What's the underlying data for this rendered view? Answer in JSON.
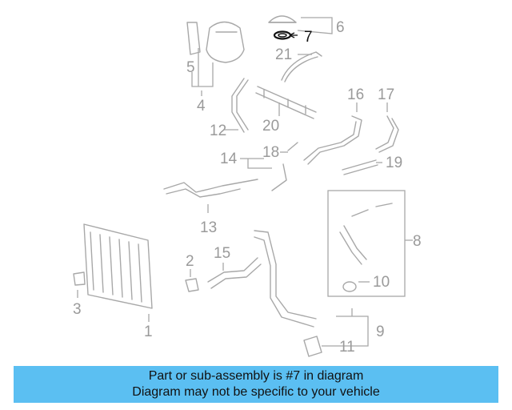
{
  "callouts": {
    "c1": "1",
    "c2": "2",
    "c3": "3",
    "c4": "4",
    "c5": "5",
    "c6": "6",
    "c7": "7",
    "c8": "8",
    "c9": "9",
    "c10": "10",
    "c11": "11",
    "c12": "12",
    "c13": "13",
    "c14": "14",
    "c15": "15",
    "c16": "16",
    "c17": "17",
    "c18": "18",
    "c19": "19",
    "c20": "20",
    "c21": "21"
  },
  "highlight_part": "7",
  "colors": {
    "banner": "#5bbff2",
    "part_lines": "#a8a8a8",
    "highlight": "#111111"
  },
  "banner": {
    "line1": "Part or sub-assembly is #7 in diagram",
    "line2": "Diagram may not be specific to your vehicle"
  }
}
